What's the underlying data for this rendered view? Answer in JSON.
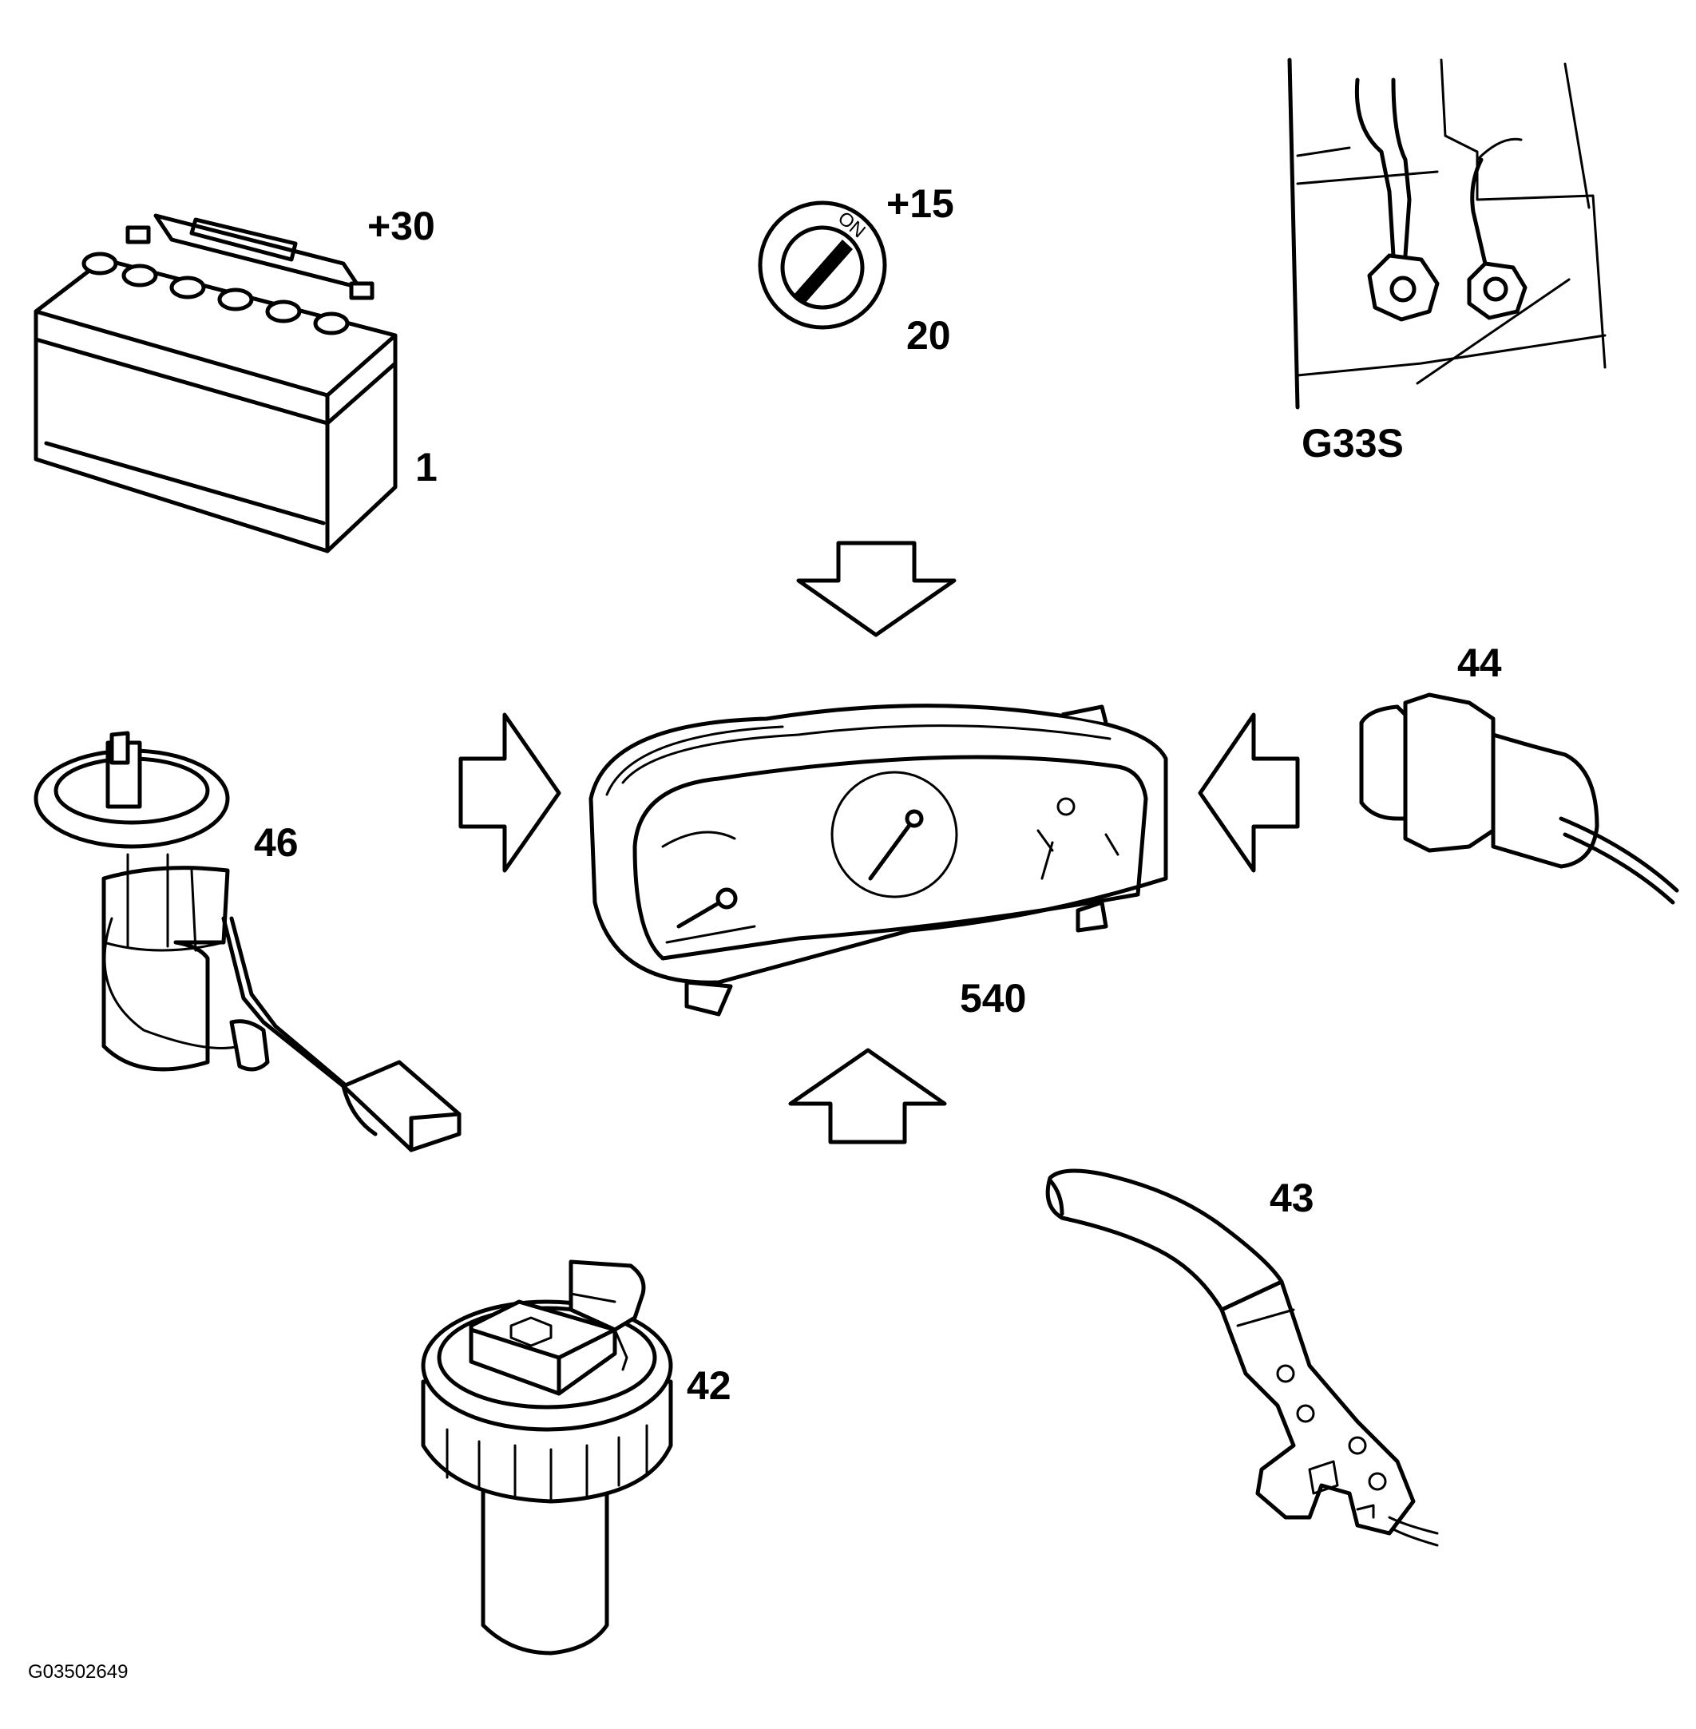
{
  "labels": {
    "battery_terminal": "+30",
    "battery_number": "1",
    "ignition_terminal": "+15",
    "ignition_number": "20",
    "ignition_on_mark": "ON",
    "ground_point": "G33S",
    "coolant_sensor_number": "44",
    "fuel_pump_number": "46",
    "instrument_cluster_number": "540",
    "handbrake_number": "43",
    "brake_fluid_reservoir_number": "42",
    "figure_code": "G03502649"
  }
}
